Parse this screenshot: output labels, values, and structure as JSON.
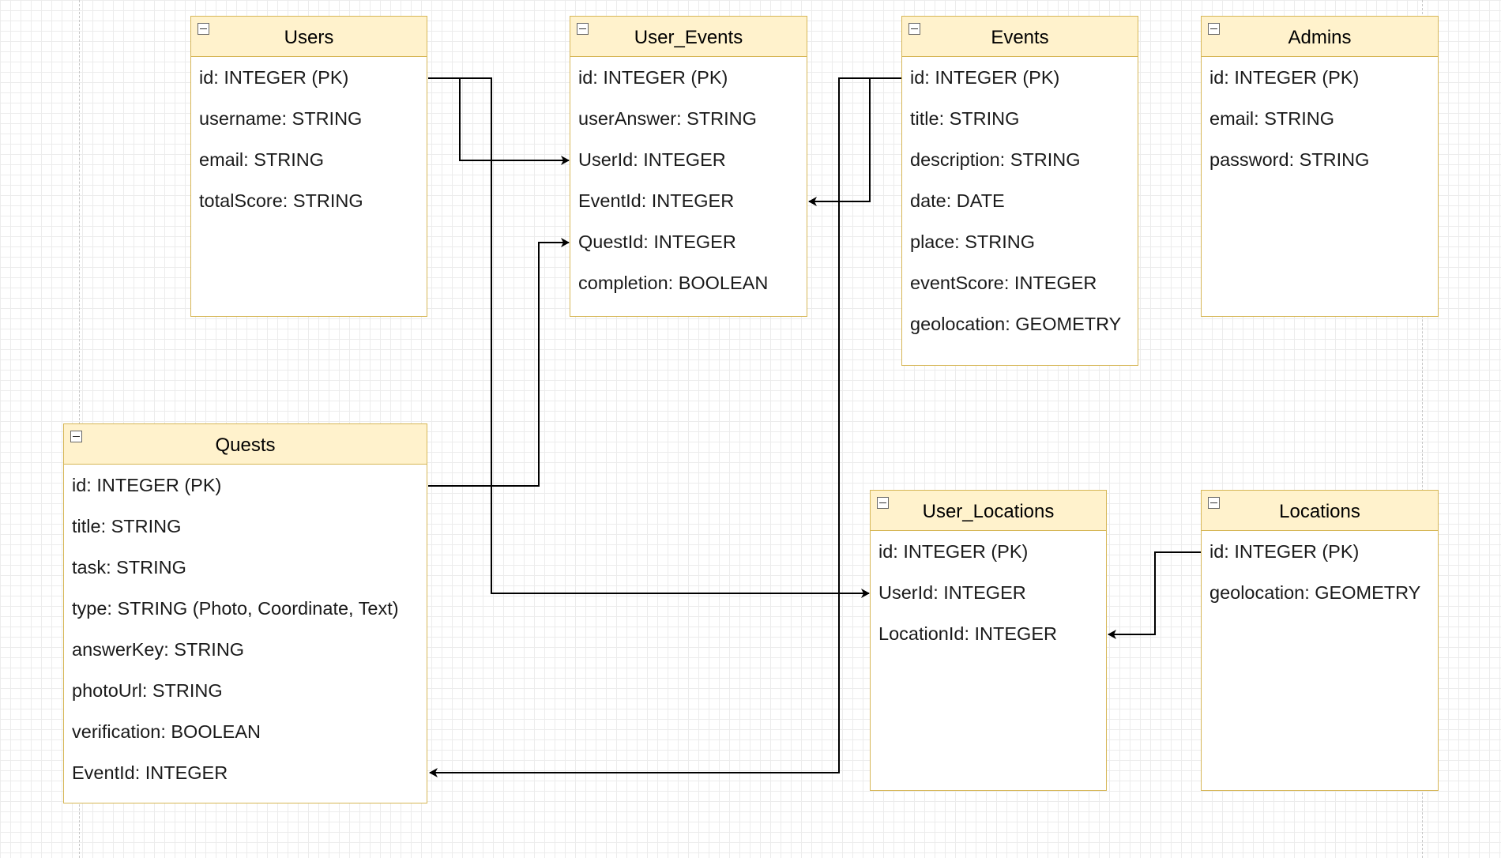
{
  "entities": {
    "users": {
      "name": "Users",
      "fields": [
        "id: INTEGER (PK)",
        "username: STRING",
        "email: STRING",
        "totalScore: STRING"
      ]
    },
    "user_events": {
      "name": "User_Events",
      "fields": [
        "id: INTEGER (PK)",
        "userAnswer: STRING",
        "UserId: INTEGER",
        "EventId: INTEGER",
        "QuestId: INTEGER",
        "completion: BOOLEAN"
      ]
    },
    "events": {
      "name": "Events",
      "fields": [
        "id: INTEGER (PK)",
        "title: STRING",
        "description: STRING",
        "date: DATE",
        "place: STRING",
        "eventScore: INTEGER",
        "geolocation: GEOMETRY"
      ]
    },
    "admins": {
      "name": "Admins",
      "fields": [
        "id: INTEGER (PK)",
        "email: STRING",
        "password: STRING"
      ]
    },
    "quests": {
      "name": "Quests",
      "fields": [
        "id: INTEGER (PK)",
        "title: STRING",
        "task: STRING",
        "type: STRING (Photo, Coordinate, Text)",
        "answerKey: STRING",
        "photoUrl: STRING",
        "verification: BOOLEAN",
        "EventId: INTEGER"
      ]
    },
    "user_locations": {
      "name": "User_Locations",
      "fields": [
        "id: INTEGER (PK)",
        "UserId: INTEGER",
        "LocationId: INTEGER"
      ]
    },
    "locations": {
      "name": "Locations",
      "fields": [
        "id: INTEGER (PK)",
        "geolocation: GEOMETRY"
      ]
    }
  },
  "relations": [
    {
      "from": "Users.id",
      "to": "User_Events.UserId"
    },
    {
      "from": "Users.id",
      "to": "User_Locations.UserId"
    },
    {
      "from": "Events.id",
      "to": "User_Events.EventId"
    },
    {
      "from": "Events.id",
      "to": "Quests.EventId"
    },
    {
      "from": "Quests.id",
      "to": "User_Events.QuestId"
    },
    {
      "from": "Locations.id",
      "to": "User_Locations.LocationId"
    }
  ],
  "colors": {
    "header_fill": "#fff2cc",
    "border": "#d6b656",
    "connector": "#000000",
    "grid": "#ececec"
  }
}
